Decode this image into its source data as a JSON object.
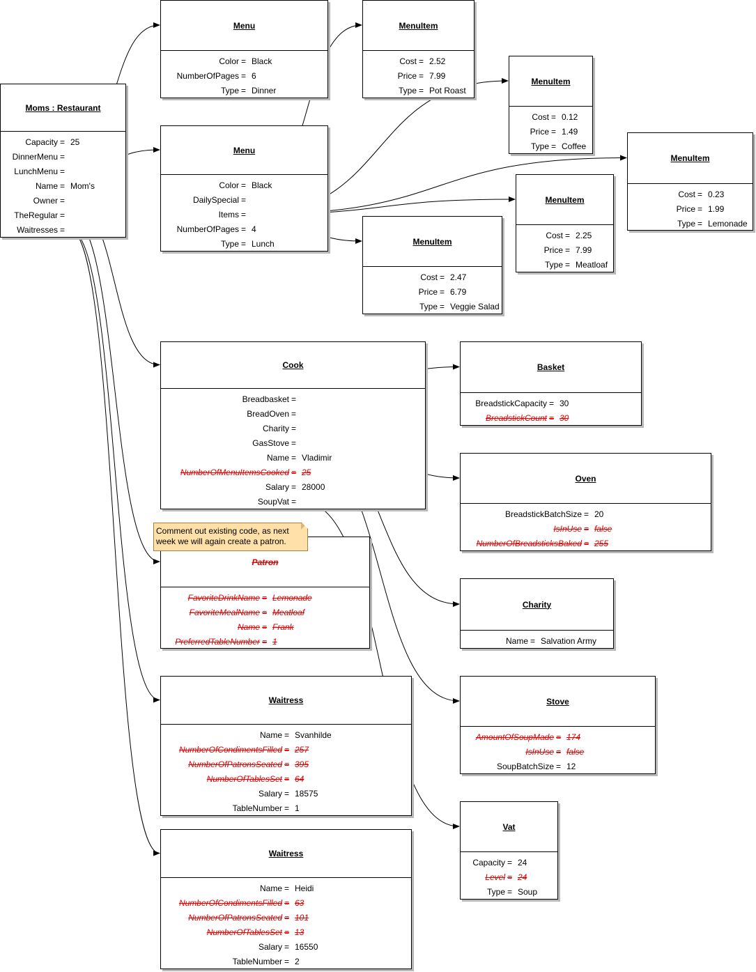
{
  "note": {
    "text": "Comment out existing code, as next week we will again create a patron."
  },
  "boxes": [
    {
      "id": "restaurant",
      "title": "Moms : Restaurant",
      "rows": [
        {
          "name": "Capacity",
          "value": "25"
        },
        {
          "name": "DinnerMenu",
          "value": ""
        },
        {
          "name": "LunchMenu",
          "value": ""
        },
        {
          "name": "Name",
          "value": "Mom's"
        },
        {
          "name": "Owner",
          "value": ""
        },
        {
          "name": "TheRegular",
          "value": ""
        },
        {
          "name": "Waitresses",
          "value": ""
        }
      ]
    },
    {
      "id": "menu-dinner",
      "title": "Menu",
      "rows": [
        {
          "name": "Color",
          "value": "Black"
        },
        {
          "name": "NumberOfPages",
          "value": "6"
        },
        {
          "name": "Type",
          "value": "Dinner"
        }
      ]
    },
    {
      "id": "menu-lunch",
      "title": "Menu",
      "rows": [
        {
          "name": "Color",
          "value": "Black"
        },
        {
          "name": "DailySpecial",
          "value": ""
        },
        {
          "name": "Items",
          "value": ""
        },
        {
          "name": "NumberOfPages",
          "value": "4"
        },
        {
          "name": "Type",
          "value": "Lunch"
        }
      ]
    },
    {
      "id": "menuitem-potroast",
      "title": "MenuItem",
      "rows": [
        {
          "name": "Cost",
          "value": "2.52"
        },
        {
          "name": "Price",
          "value": "7.99"
        },
        {
          "name": "Type",
          "value": "Pot Roast"
        }
      ]
    },
    {
      "id": "menuitem-coffee",
      "title": "MenuItem",
      "rows": [
        {
          "name": "Cost",
          "value": "0.12"
        },
        {
          "name": "Price",
          "value": "1.49"
        },
        {
          "name": "Type",
          "value": "Coffee"
        }
      ]
    },
    {
      "id": "menuitem-lemonade",
      "title": "MenuItem",
      "rows": [
        {
          "name": "Cost",
          "value": "0.23"
        },
        {
          "name": "Price",
          "value": "1.99"
        },
        {
          "name": "Type",
          "value": "Lemonade"
        }
      ]
    },
    {
      "id": "menuitem-meatloaf",
      "title": "MenuItem",
      "rows": [
        {
          "name": "Cost",
          "value": "2.25"
        },
        {
          "name": "Price",
          "value": "7.99"
        },
        {
          "name": "Type",
          "value": "Meatloaf"
        }
      ]
    },
    {
      "id": "menuitem-veggie",
      "title": "MenuItem",
      "rows": [
        {
          "name": "Cost",
          "value": "2.47"
        },
        {
          "name": "Price",
          "value": "6.79"
        },
        {
          "name": "Type",
          "value": "Veggie Salad"
        }
      ]
    },
    {
      "id": "cook",
      "title": "Cook",
      "rows": [
        {
          "name": "Breadbasket",
          "value": ""
        },
        {
          "name": "BreadOven",
          "value": ""
        },
        {
          "name": "Charity",
          "value": ""
        },
        {
          "name": "GasStove",
          "value": ""
        },
        {
          "name": "Name",
          "value": "Vladimir"
        },
        {
          "name": "NumberOfMenuItemsCooked",
          "value": "25",
          "deleted": true
        },
        {
          "name": "Salary",
          "value": "28000"
        },
        {
          "name": "SoupVat",
          "value": ""
        }
      ]
    },
    {
      "id": "basket",
      "title": "Basket",
      "rows": [
        {
          "name": "BreadstickCapacity",
          "value": "30"
        },
        {
          "name": "BreadstickCount",
          "value": "30",
          "deleted": true
        }
      ]
    },
    {
      "id": "oven",
      "title": "Oven",
      "rows": [
        {
          "name": "BreadstickBatchSize",
          "value": "20"
        },
        {
          "name": "IsInUse",
          "value": "false",
          "deleted": true
        },
        {
          "name": "NumberOfBreadsticksBaked",
          "value": "255",
          "deleted": true
        }
      ]
    },
    {
      "id": "patron",
      "title": "Patron",
      "deleted": true,
      "rows": [
        {
          "name": "FavoriteDrinkName",
          "value": "Lemonade",
          "deleted": true
        },
        {
          "name": "FavoriteMealName",
          "value": "Meatloaf",
          "deleted": true
        },
        {
          "name": "Name",
          "value": "Frank",
          "deleted": true
        },
        {
          "name": "PreferredTableNumber",
          "value": "1",
          "deleted": true
        }
      ]
    },
    {
      "id": "charity",
      "title": "Charity",
      "rows": [
        {
          "name": "Name",
          "value": "Salvation Army"
        }
      ]
    },
    {
      "id": "waitress-svanhilde",
      "title": "Waitress",
      "rows": [
        {
          "name": "Name",
          "value": "Svanhilde"
        },
        {
          "name": "NumberOfCondimentsFilled",
          "value": "257",
          "deleted": true
        },
        {
          "name": "NumberOfPatronsSeated",
          "value": "395",
          "deleted": true
        },
        {
          "name": "NumberOfTablesSet",
          "value": "64",
          "deleted": true
        },
        {
          "name": "Salary",
          "value": "18575"
        },
        {
          "name": "TableNumber",
          "value": "1"
        }
      ]
    },
    {
      "id": "stove",
      "title": "Stove",
      "rows": [
        {
          "name": "AmountOfSoupMade",
          "value": "174",
          "deleted": true
        },
        {
          "name": "IsInUse",
          "value": "false",
          "deleted": true
        },
        {
          "name": "SoupBatchSize",
          "value": "12"
        }
      ]
    },
    {
      "id": "vat",
      "title": "Vat",
      "rows": [
        {
          "name": "Capacity",
          "value": "24"
        },
        {
          "name": "Level",
          "value": "24",
          "deleted": true
        },
        {
          "name": "Type",
          "value": "Soup"
        }
      ]
    },
    {
      "id": "waitress-heidi",
      "title": "Waitress",
      "rows": [
        {
          "name": "Name",
          "value": "Heidi"
        },
        {
          "name": "NumberOfCondimentsFilled",
          "value": "63",
          "deleted": true
        },
        {
          "name": "NumberOfPatronsSeated",
          "value": "101",
          "deleted": true
        },
        {
          "name": "NumberOfTablesSet",
          "value": "13",
          "deleted": true
        },
        {
          "name": "Salary",
          "value": "16550"
        },
        {
          "name": "TableNumber",
          "value": "2"
        }
      ]
    }
  ],
  "links": [
    {
      "from": "restaurant",
      "row": 1,
      "to": "menu-dinner"
    },
    {
      "from": "restaurant",
      "row": 2,
      "to": "menu-lunch"
    },
    {
      "from": "restaurant",
      "row": 4,
      "to": "cook"
    },
    {
      "from": "restaurant",
      "row": 5,
      "to": "patron"
    },
    {
      "from": "restaurant",
      "row": 6,
      "to": "waitress-svanhilde"
    },
    {
      "from": "restaurant",
      "row": 6,
      "to": "waitress-heidi"
    },
    {
      "from": "menu-lunch",
      "row": 1,
      "to": "menuitem-potroast"
    },
    {
      "from": "menu-lunch",
      "row": 2,
      "to": "menuitem-coffee"
    },
    {
      "from": "menu-lunch",
      "row": 2,
      "to": "menuitem-lemonade"
    },
    {
      "from": "menu-lunch",
      "row": 2,
      "to": "menuitem-meatloaf"
    },
    {
      "from": "menu-lunch",
      "row": 2,
      "to": "menuitem-veggie"
    },
    {
      "from": "cook",
      "row": 0,
      "to": "basket"
    },
    {
      "from": "cook",
      "row": 1,
      "to": "oven"
    },
    {
      "from": "cook",
      "row": 2,
      "to": "charity"
    },
    {
      "from": "cook",
      "row": 3,
      "to": "stove"
    },
    {
      "from": "cook",
      "row": 7,
      "to": "vat"
    }
  ]
}
